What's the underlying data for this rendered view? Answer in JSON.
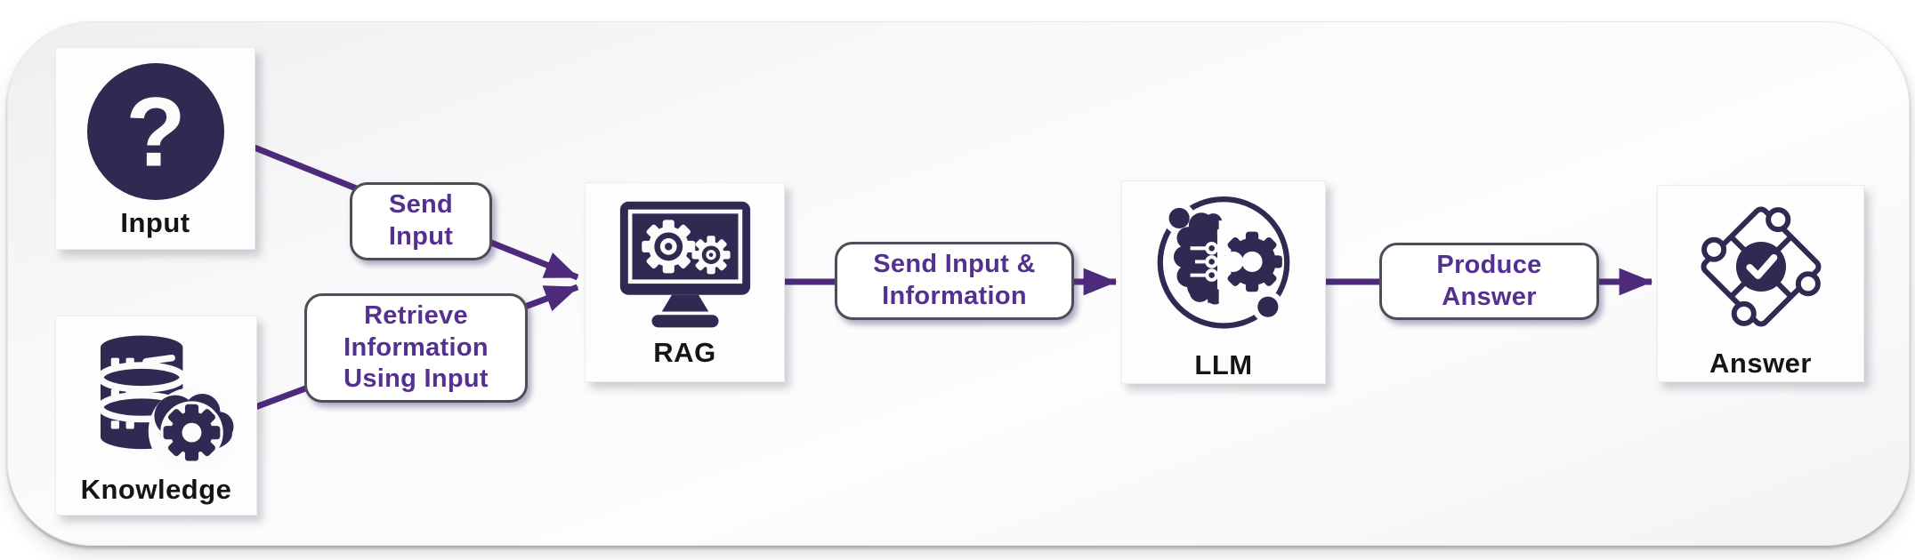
{
  "diagram": {
    "type": "flowchart",
    "subject": "Retrieval-Augmented Generation pipeline",
    "nodes": [
      {
        "id": "input",
        "label": "Input",
        "icon": "question-mark-circle-icon",
        "glyph": "?"
      },
      {
        "id": "knowledge",
        "label": "Knowledge",
        "icon": "database-cloud-gear-icon"
      },
      {
        "id": "rag",
        "label": "RAG",
        "icon": "monitor-gears-icon"
      },
      {
        "id": "llm",
        "label": "LLM",
        "icon": "brain-gear-circuit-icon"
      },
      {
        "id": "answer",
        "label": "Answer",
        "icon": "puzzle-check-icon"
      }
    ],
    "edges": [
      {
        "from": "Input",
        "to": "RAG",
        "label": "Send Input"
      },
      {
        "from": "Knowledge",
        "to": "RAG",
        "label": "Retrieve Information Using Input"
      },
      {
        "from": "RAG",
        "to": "LLM",
        "label": "Send Input & Information"
      },
      {
        "from": "LLM",
        "to": "Answer",
        "label": "Produce Answer"
      }
    ],
    "colors": {
      "icon_dark_purple": "#2f2a52",
      "arrow_purple": "#4e2a7c",
      "edge_label_text": "#543090",
      "node_label_text": "#151515",
      "edge_label_border": "#4d4d58",
      "panel_background": "#f5f5f6",
      "node_background": "#fdfdfe"
    }
  }
}
